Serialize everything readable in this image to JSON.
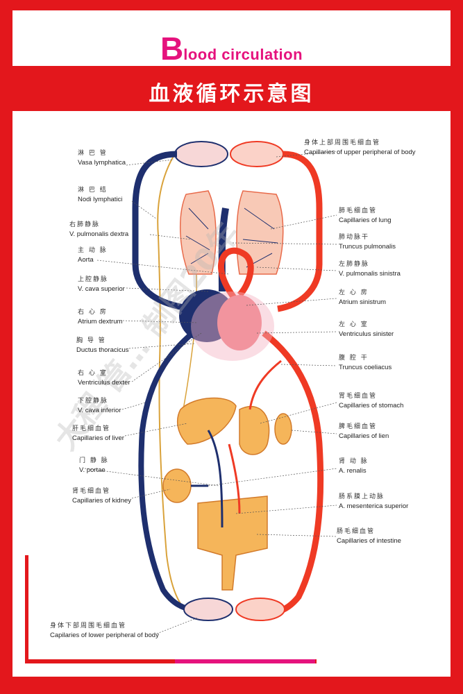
{
  "header": {
    "title_first_letter": "B",
    "title_rest": "lood circulation",
    "title_cn": "血液循环示意图"
  },
  "watermark": "大程 管… 制图20年",
  "labels_left": [
    {
      "cn": "淋 巴 管",
      "en": "Vasa lymphatica"
    },
    {
      "cn": "淋 巴 结",
      "en": "Nodi lymphatici"
    },
    {
      "cn": "右肺静脉",
      "en": "V. pulmonalis dextra"
    },
    {
      "cn": "主 动 脉",
      "en": "Aorta"
    },
    {
      "cn": "上腔静脉",
      "en": "V. cava superior"
    },
    {
      "cn": "右 心 房",
      "en": "Atrium dextrum"
    },
    {
      "cn": "胸 导 管",
      "en": "Ductus thoracicus"
    },
    {
      "cn": "右 心 室",
      "en": "Ventriculus dexter"
    },
    {
      "cn": "下腔静脉",
      "en": "V. cava inferior"
    },
    {
      "cn": "肝毛细血管",
      "en": "Capillaries of liver"
    },
    {
      "cn": "门 静 脉",
      "en": "V. portae"
    },
    {
      "cn": "肾毛细血管",
      "en": "Capillaries of kidney"
    },
    {
      "cn": "身体下部周围毛细血管",
      "en": "Capilaries of lower peripheral of body"
    }
  ],
  "labels_right": [
    {
      "cn": "身体上部周围毛细血管",
      "en": "Capillaries of upper peripheral of body"
    },
    {
      "cn": "肺毛细血管",
      "en": "Capillaries of lung"
    },
    {
      "cn": "肺动脉干",
      "en": "Truncus pulmonalis"
    },
    {
      "cn": "左肺静脉",
      "en": "V. pulmonalis sinistra"
    },
    {
      "cn": "左 心 房",
      "en": "Atrium sinistrum"
    },
    {
      "cn": "左 心 室",
      "en": "Ventriculus sinister"
    },
    {
      "cn": "腹 腔 干",
      "en": "Truncus coeliacus"
    },
    {
      "cn": "胃毛细血管",
      "en": "Capillaries of stomach"
    },
    {
      "cn": "脾毛细血管",
      "en": "Capillaries of lien"
    },
    {
      "cn": "肾 动 脉",
      "en": "A. renalis"
    },
    {
      "cn": "肠系膜上动脉",
      "en": "A. mesenterica superior"
    },
    {
      "cn": "肠毛细血管",
      "en": "Capillaries of intestine"
    }
  ],
  "colors": {
    "frame_red": "#e3171c",
    "title_magenta": "#e5127d",
    "artery": "#ef3a24",
    "vein": "#1e2f6e",
    "lymph": "#d9a23a",
    "organ": "#f5b55a"
  }
}
